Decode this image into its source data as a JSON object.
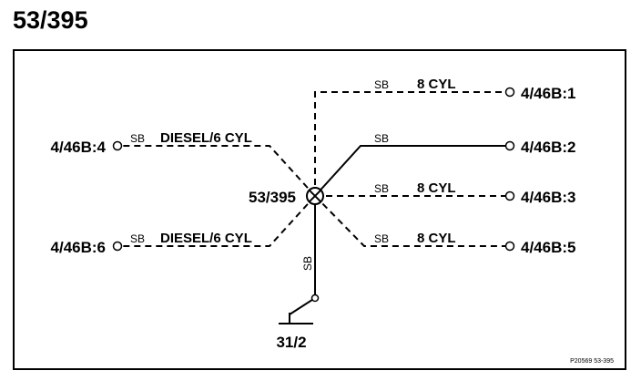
{
  "title": "53/395",
  "splice": {
    "label": "53/395"
  },
  "ground": {
    "label": "31/2"
  },
  "wires": {
    "w1": {
      "color": "SB",
      "note": "8 CYL",
      "terminal": "4/46B:1"
    },
    "w2": {
      "color": "SB",
      "note": "",
      "terminal": "4/46B:2"
    },
    "w3": {
      "color": "SB",
      "note": "8 CYL",
      "terminal": "4/46B:3"
    },
    "w5": {
      "color": "SB",
      "note": "8 CYL",
      "terminal": "4/46B:5"
    },
    "w4": {
      "color": "SB",
      "note": "DIESEL/6 CYL",
      "terminal": "4/46B:4"
    },
    "w6": {
      "color": "SB",
      "note": "DIESEL/6 CYL",
      "terminal": "4/46B:6"
    },
    "ground_wire": {
      "color": "SB"
    }
  },
  "figure_id": "P20569  53-395"
}
